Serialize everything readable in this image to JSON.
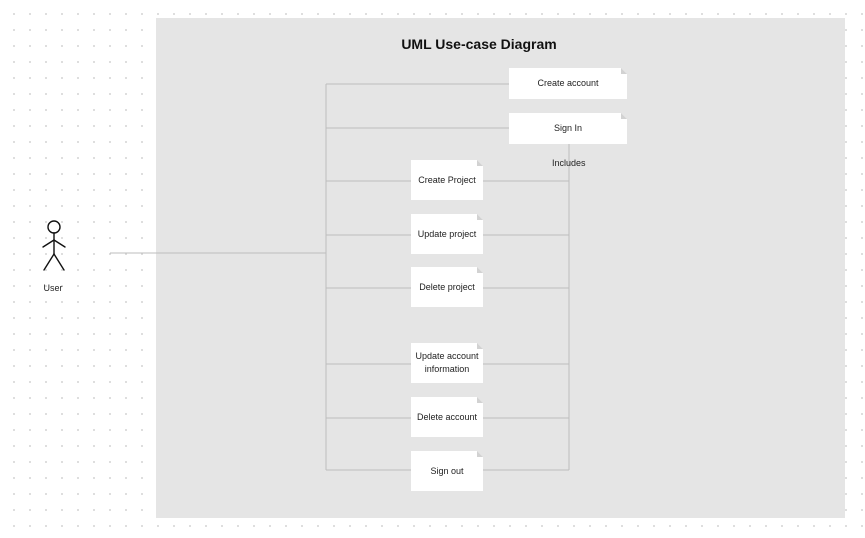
{
  "diagram": {
    "title": "UML Use-case Diagram",
    "actor": {
      "label": "User",
      "icon": "stick-figure-icon"
    },
    "relationship_label": "Includes",
    "use_cases": {
      "create_account": "Create account",
      "sign_in": "Sign In",
      "create_project": "Create Project",
      "update_project": "Update project",
      "delete_project": "Delete project",
      "update_account_information": "Update account information",
      "delete_account": "Delete account",
      "sign_out": "Sign out"
    },
    "connections": [
      {
        "from": "User",
        "to": "Create account"
      },
      {
        "from": "User",
        "to": "Sign In"
      },
      {
        "from": "User",
        "to": "Create Project"
      },
      {
        "from": "User",
        "to": "Update project"
      },
      {
        "from": "User",
        "to": "Delete project"
      },
      {
        "from": "User",
        "to": "Update account information"
      },
      {
        "from": "User",
        "to": "Delete account"
      },
      {
        "from": "User",
        "to": "Sign out"
      },
      {
        "from": "Create Project",
        "to": "Sign In",
        "label": "Includes"
      },
      {
        "from": "Update project",
        "to": "Sign In",
        "label": "Includes"
      },
      {
        "from": "Delete project",
        "to": "Sign In",
        "label": "Includes"
      },
      {
        "from": "Update account information",
        "to": "Sign In",
        "label": "Includes"
      },
      {
        "from": "Delete account",
        "to": "Sign In",
        "label": "Includes"
      },
      {
        "from": "Sign out",
        "to": "Sign In",
        "label": "Includes"
      }
    ],
    "colors": {
      "panel": "#e5e5e5",
      "card": "#ffffff",
      "connector": "#bdbdbd",
      "text": "#222222"
    }
  }
}
